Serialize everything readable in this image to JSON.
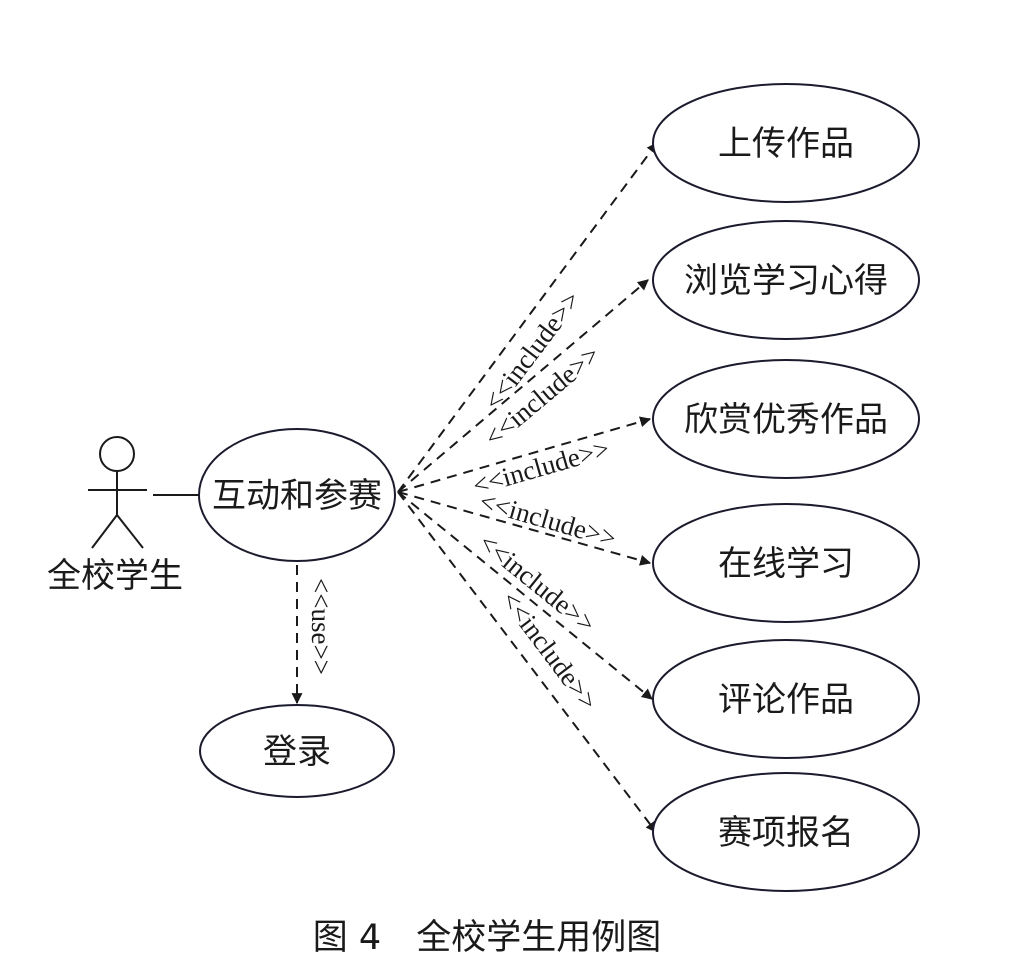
{
  "actor": {
    "label": "全校学生"
  },
  "main_use_case": {
    "label": "互动和参赛"
  },
  "login": {
    "label": "登录",
    "relation": "<<use>>"
  },
  "include_label": "<<include>>",
  "use_cases": [
    {
      "label": "上传作品"
    },
    {
      "label": "浏览学习心得"
    },
    {
      "label": "欣赏优秀作品"
    },
    {
      "label": "在线学习"
    },
    {
      "label": "评论作品"
    },
    {
      "label": "赛项报名"
    }
  ],
  "caption": "图 4　全校学生用例图",
  "colors": {
    "stroke": "#1b1b2e",
    "text": "#1a1a1a"
  }
}
